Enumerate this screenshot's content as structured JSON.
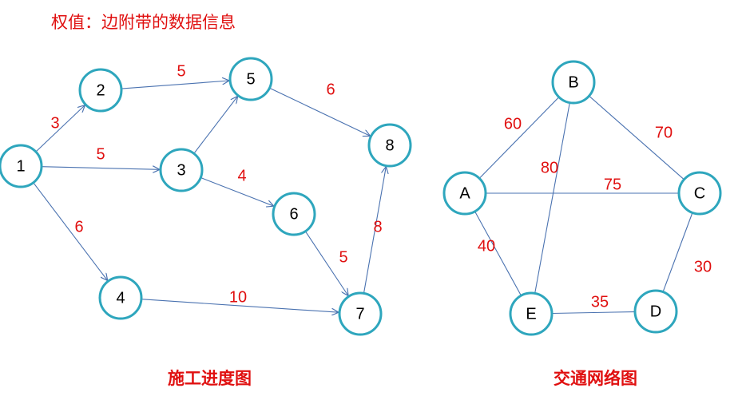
{
  "heading": "权值：边附带的数据信息",
  "colors": {
    "node_stroke": "#2ea6bd",
    "edge": "#4a72b0",
    "weight": "#e01010",
    "caption": "#e01010"
  },
  "left_graph": {
    "caption": "施工进度图",
    "directed": true,
    "nodes": [
      "1",
      "2",
      "3",
      "4",
      "5",
      "6",
      "7",
      "8"
    ],
    "edges": [
      {
        "from": "1",
        "to": "2",
        "weight": "3"
      },
      {
        "from": "1",
        "to": "3",
        "weight": "5"
      },
      {
        "from": "1",
        "to": "4",
        "weight": "6"
      },
      {
        "from": "2",
        "to": "5",
        "weight": "5"
      },
      {
        "from": "3",
        "to": "5",
        "weight": ""
      },
      {
        "from": "3",
        "to": "6",
        "weight": "4"
      },
      {
        "from": "5",
        "to": "8",
        "weight": "6"
      },
      {
        "from": "6",
        "to": "7",
        "weight": "5"
      },
      {
        "from": "4",
        "to": "7",
        "weight": "10"
      },
      {
        "from": "7",
        "to": "8",
        "weight": "8"
      }
    ]
  },
  "right_graph": {
    "caption": "交通网络图",
    "directed": false,
    "nodes": [
      "A",
      "B",
      "C",
      "D",
      "E"
    ],
    "edges": [
      {
        "from": "A",
        "to": "B",
        "weight": "60"
      },
      {
        "from": "B",
        "to": "C",
        "weight": "70"
      },
      {
        "from": "A",
        "to": "C",
        "weight": "75"
      },
      {
        "from": "B",
        "to": "E",
        "weight": "80"
      },
      {
        "from": "A",
        "to": "E",
        "weight": "40"
      },
      {
        "from": "E",
        "to": "D",
        "weight": "35"
      },
      {
        "from": "C",
        "to": "D",
        "weight": "30"
      }
    ]
  }
}
